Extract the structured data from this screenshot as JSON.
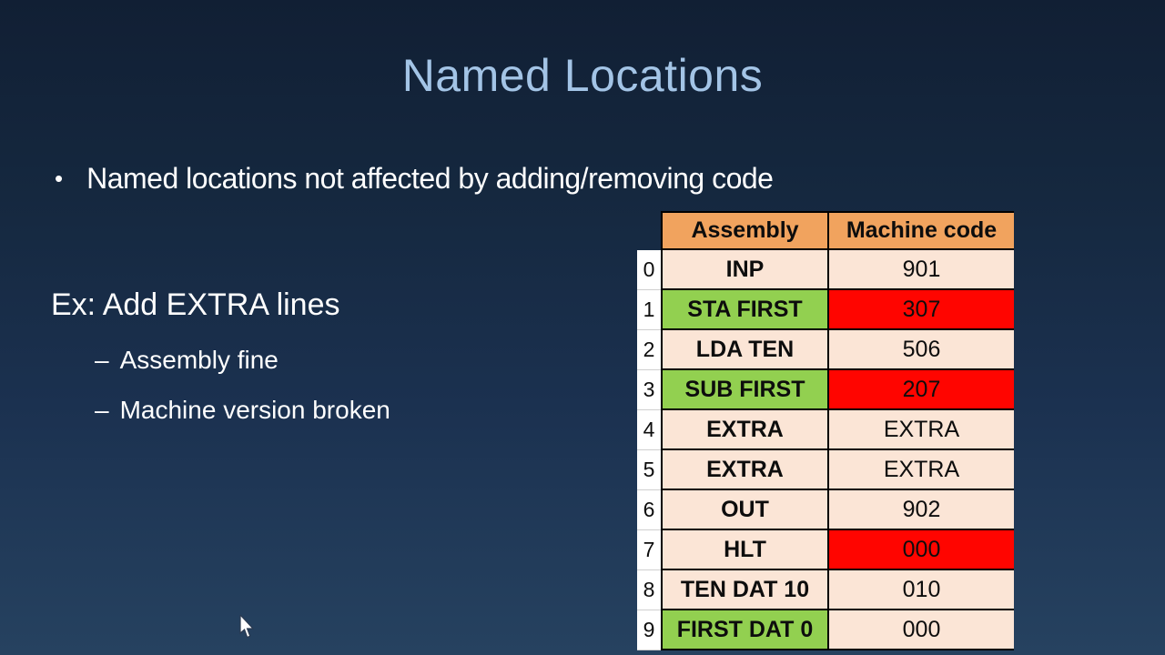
{
  "slide": {
    "title": "Named Locations",
    "bullet": {
      "marker": "•",
      "text": "Named locations not affected by adding/removing code"
    },
    "example": {
      "heading": "Ex: Add EXTRA lines",
      "marker": "–",
      "items": [
        "Assembly fine",
        "Machine version broken"
      ]
    }
  },
  "table": {
    "headers": [
      "Assembly",
      "Machine code"
    ],
    "rows": [
      {
        "num": "0",
        "assembly": "INP",
        "code": "901",
        "assembly_bg": "cream",
        "code_bg": "cream"
      },
      {
        "num": "1",
        "assembly": "STA FIRST",
        "code": "307",
        "assembly_bg": "green",
        "code_bg": "red"
      },
      {
        "num": "2",
        "assembly": "LDA TEN",
        "code": "506",
        "assembly_bg": "cream",
        "code_bg": "cream"
      },
      {
        "num": "3",
        "assembly": "SUB FIRST",
        "code": "207",
        "assembly_bg": "green",
        "code_bg": "red"
      },
      {
        "num": "4",
        "assembly": "EXTRA",
        "code": "EXTRA",
        "assembly_bg": "cream",
        "code_bg": "cream"
      },
      {
        "num": "5",
        "assembly": "EXTRA",
        "code": "EXTRA",
        "assembly_bg": "cream",
        "code_bg": "cream"
      },
      {
        "num": "6",
        "assembly": "OUT",
        "code": "902",
        "assembly_bg": "cream",
        "code_bg": "cream"
      },
      {
        "num": "7",
        "assembly": "HLT",
        "code": "000",
        "assembly_bg": "cream",
        "code_bg": "red"
      },
      {
        "num": "8",
        "assembly": "TEN DAT 10",
        "code": "010",
        "assembly_bg": "cream",
        "code_bg": "cream"
      },
      {
        "num": "9",
        "assembly": "FIRST DAT 0",
        "code": "000",
        "assembly_bg": "green",
        "code_bg": "cream"
      }
    ]
  },
  "colors": {
    "header_orange": "#F1A35E",
    "cream": "#FBE5D6",
    "green": "#92D050",
    "red": "#FF0500",
    "title_blue": "#A3C4E6",
    "body_text": "#FFFFFF",
    "bg_top": "#111F34",
    "bg_bottom": "#264260"
  }
}
